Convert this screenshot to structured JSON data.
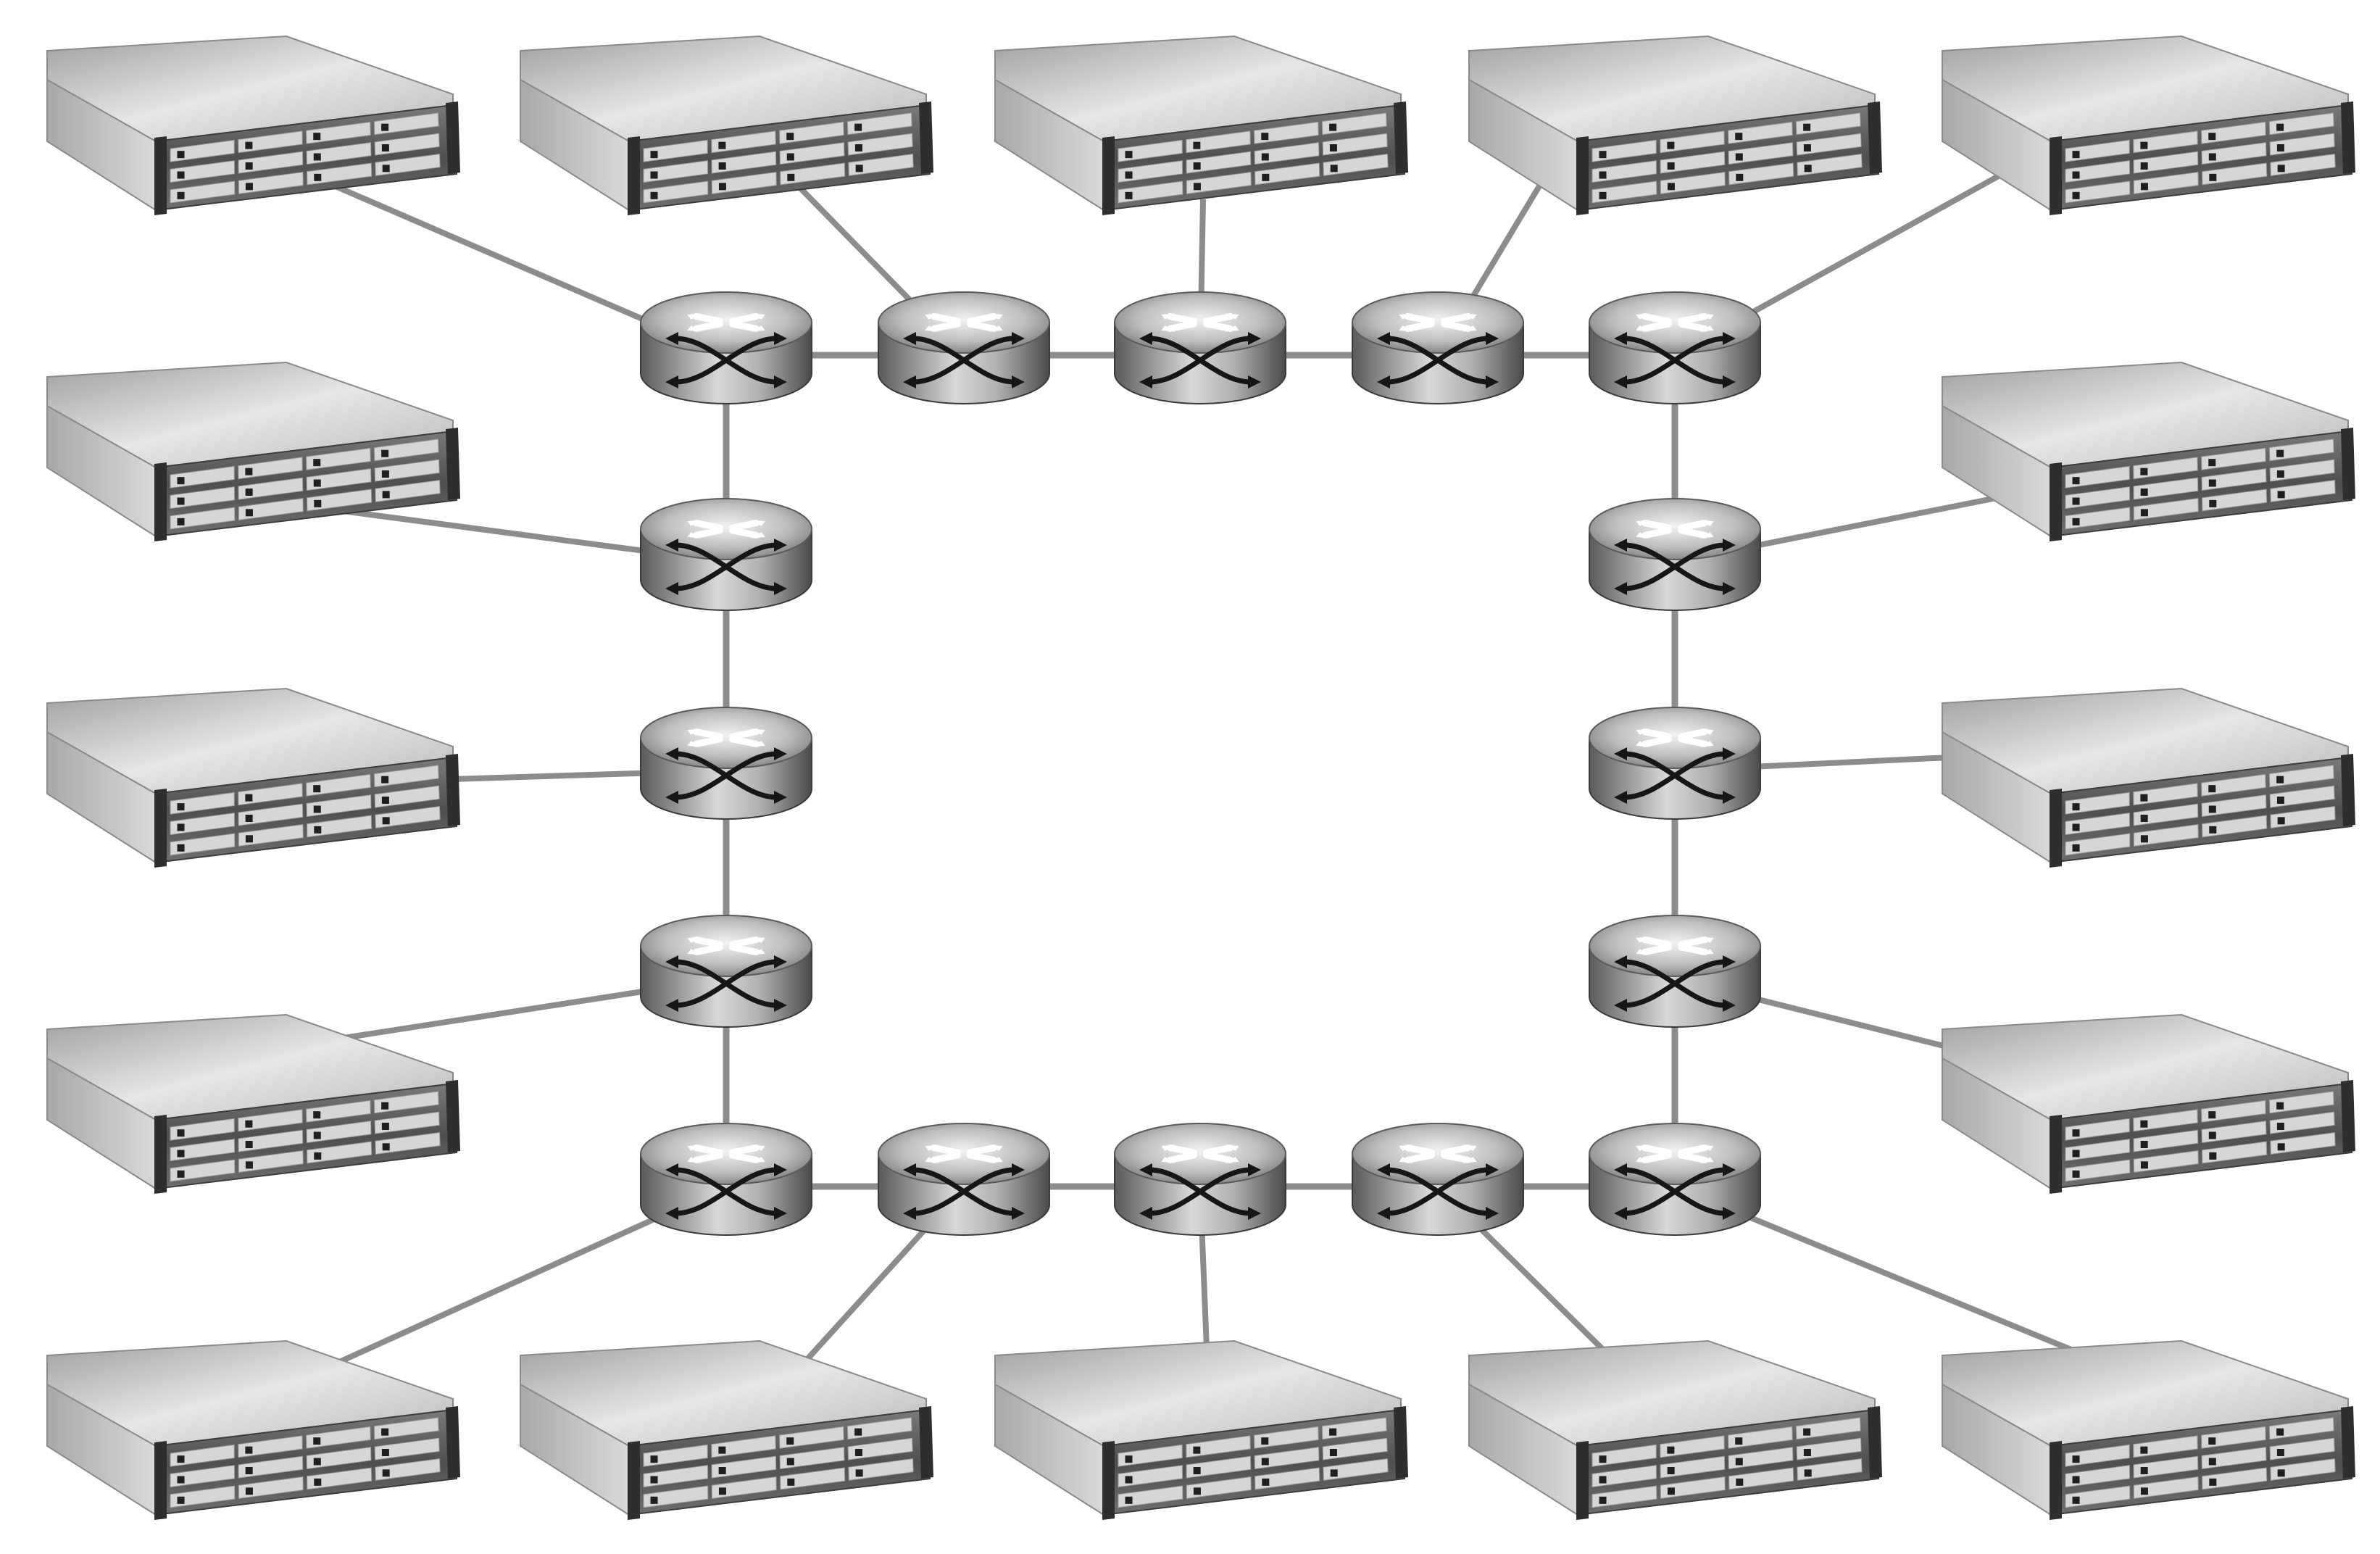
{
  "diagram": {
    "type": "network-topology",
    "topology": "ring",
    "colors": {
      "background": "#ffffff",
      "link": "#8c8c8c",
      "server_body": "#c8c8c8",
      "server_front": "#6a6a6a",
      "router_body": "#9a9a9a",
      "router_arrow": "#ffffff"
    },
    "icons": {
      "server": "rack-server-icon",
      "router": "router-icon"
    },
    "routers": [
      {
        "id": "r-top-1"
      },
      {
        "id": "r-top-2"
      },
      {
        "id": "r-top-3"
      },
      {
        "id": "r-top-4"
      },
      {
        "id": "r-top-5"
      },
      {
        "id": "r-right-1"
      },
      {
        "id": "r-right-2"
      },
      {
        "id": "r-right-3"
      },
      {
        "id": "r-bottom-5"
      },
      {
        "id": "r-bottom-4"
      },
      {
        "id": "r-bottom-3"
      },
      {
        "id": "r-bottom-2"
      },
      {
        "id": "r-bottom-1"
      },
      {
        "id": "r-left-3"
      },
      {
        "id": "r-left-2"
      },
      {
        "id": "r-left-1"
      }
    ],
    "servers": [
      {
        "id": "s-top-1",
        "router": "r-top-1"
      },
      {
        "id": "s-top-2",
        "router": "r-top-2"
      },
      {
        "id": "s-top-3",
        "router": "r-top-3"
      },
      {
        "id": "s-top-4",
        "router": "r-top-4"
      },
      {
        "id": "s-top-5",
        "router": "r-top-5"
      },
      {
        "id": "s-right-1",
        "router": "r-right-1"
      },
      {
        "id": "s-right-2",
        "router": "r-right-2"
      },
      {
        "id": "s-right-3",
        "router": "r-right-3"
      },
      {
        "id": "s-bottom-5",
        "router": "r-bottom-5"
      },
      {
        "id": "s-bottom-4",
        "router": "r-bottom-4"
      },
      {
        "id": "s-bottom-3",
        "router": "r-bottom-3"
      },
      {
        "id": "s-bottom-2",
        "router": "r-bottom-2"
      },
      {
        "id": "s-bottom-1",
        "router": "r-bottom-1"
      },
      {
        "id": "s-left-3",
        "router": "r-left-3"
      },
      {
        "id": "s-left-2",
        "router": "r-left-2"
      },
      {
        "id": "s-left-1",
        "router": "r-left-1"
      }
    ]
  }
}
